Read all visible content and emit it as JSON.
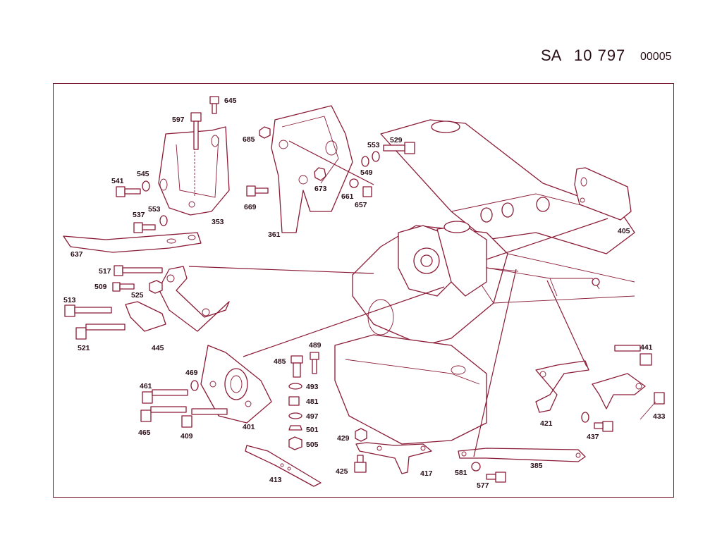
{
  "header": {
    "prefix": "SA",
    "number": "10 797",
    "code": "00005"
  },
  "callouts": [
    {
      "id": "645",
      "text": "645"
    },
    {
      "id": "597",
      "text": "597"
    },
    {
      "id": "685",
      "text": "685"
    },
    {
      "id": "545",
      "text": "545"
    },
    {
      "id": "541",
      "text": "541"
    },
    {
      "id": "553a",
      "text": "553"
    },
    {
      "id": "537",
      "text": "537"
    },
    {
      "id": "353",
      "text": "353"
    },
    {
      "id": "637",
      "text": "637"
    },
    {
      "id": "669",
      "text": "669"
    },
    {
      "id": "361",
      "text": "361"
    },
    {
      "id": "673",
      "text": "673"
    },
    {
      "id": "661",
      "text": "661"
    },
    {
      "id": "657",
      "text": "657"
    },
    {
      "id": "553b",
      "text": "553"
    },
    {
      "id": "549",
      "text": "549"
    },
    {
      "id": "529",
      "text": "529"
    },
    {
      "id": "405",
      "text": "405"
    },
    {
      "id": "517",
      "text": "517"
    },
    {
      "id": "509",
      "text": "509"
    },
    {
      "id": "525",
      "text": "525"
    },
    {
      "id": "513",
      "text": "513"
    },
    {
      "id": "521",
      "text": "521"
    },
    {
      "id": "445",
      "text": "445"
    },
    {
      "id": "489",
      "text": "489"
    },
    {
      "id": "485",
      "text": "485"
    },
    {
      "id": "493",
      "text": "493"
    },
    {
      "id": "481",
      "text": "481"
    },
    {
      "id": "497",
      "text": "497"
    },
    {
      "id": "501",
      "text": "501"
    },
    {
      "id": "505",
      "text": "505"
    },
    {
      "id": "469",
      "text": "469"
    },
    {
      "id": "461",
      "text": "461"
    },
    {
      "id": "465",
      "text": "465"
    },
    {
      "id": "409",
      "text": "409"
    },
    {
      "id": "401",
      "text": "401"
    },
    {
      "id": "413",
      "text": "413"
    },
    {
      "id": "429",
      "text": "429"
    },
    {
      "id": "425",
      "text": "425"
    },
    {
      "id": "417",
      "text": "417"
    },
    {
      "id": "441",
      "text": "441"
    },
    {
      "id": "421",
      "text": "421"
    },
    {
      "id": "437",
      "text": "437"
    },
    {
      "id": "433",
      "text": "433"
    },
    {
      "id": "385",
      "text": "385"
    },
    {
      "id": "581",
      "text": "581"
    },
    {
      "id": "577",
      "text": "577"
    }
  ]
}
